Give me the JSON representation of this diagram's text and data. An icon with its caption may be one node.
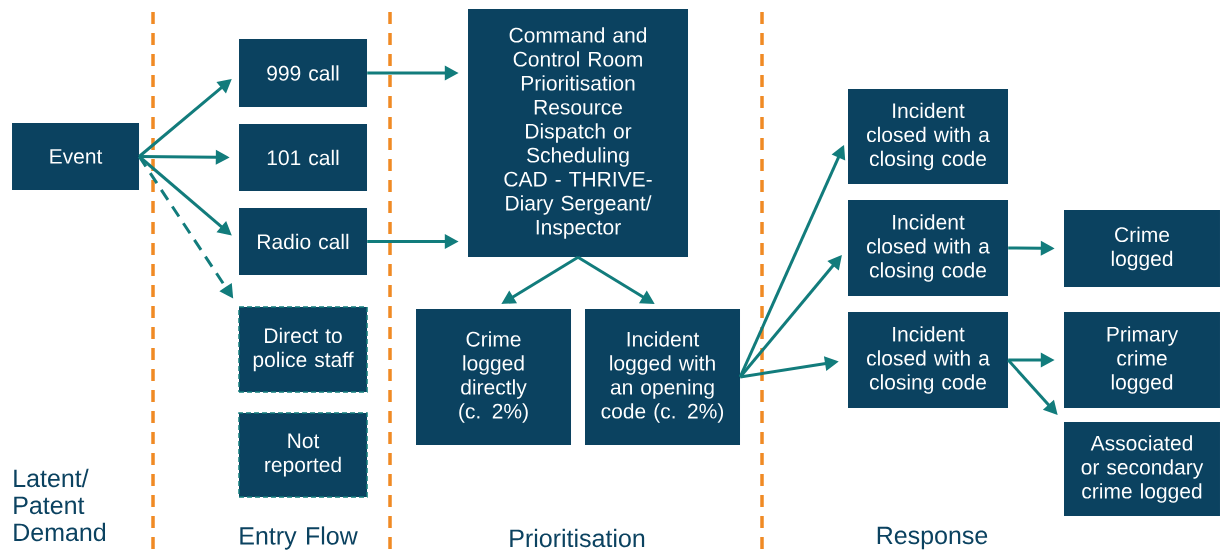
{
  "diagram": {
    "nodes": [
      {
        "text": [
          "Event"
        ]
      },
      {
        "text": [
          "999 call"
        ]
      },
      {
        "text": [
          "101 call"
        ]
      },
      {
        "text": [
          "Radio call"
        ]
      },
      {
        "text": [
          "Direct to police staff"
        ]
      },
      {
        "text": [
          "Not reported"
        ]
      },
      {
        "text": [
          "Command and Control Room Prioritisation Resource Dispatch or Scheduling CAD - THRIVE- Diary Sergeant/ Inspector"
        ]
      },
      {
        "text": [
          "Crime logged directly (c. 2%)"
        ]
      },
      {
        "text": [
          "Incident logged with an opening code (c. 2%)"
        ]
      },
      {
        "text": [
          "Incident closed with a closing code"
        ]
      },
      {
        "text": [
          "Incident closed with a closing code"
        ]
      },
      {
        "text": [
          "Incident closed with a closing code"
        ]
      },
      {
        "text": [
          "Crime logged"
        ]
      },
      {
        "text": [
          "Primary crime logged"
        ]
      },
      {
        "text": [
          "Associated or secondary crime logged"
        ]
      }
    ],
    "edges": [
      {
        "from": 0,
        "to": 1,
        "arrow": "to"
      },
      {
        "from": 0,
        "to": 2,
        "arrow": "to"
      },
      {
        "from": 0,
        "to": 3,
        "arrow": "to"
      },
      {
        "from": 0,
        "to": 4,
        "arrow": "to",
        "style": "dashed"
      },
      {
        "from": 1,
        "to": 6,
        "arrow": "to"
      },
      {
        "from": 3,
        "to": 6,
        "arrow": "to"
      },
      {
        "from": 6,
        "to": 7,
        "arrow": "to"
      },
      {
        "from": 6,
        "to": 8,
        "arrow": "to"
      },
      {
        "from": 8,
        "to": 9,
        "arrow": "to"
      },
      {
        "from": 8,
        "to": 10,
        "arrow": "to"
      },
      {
        "from": 8,
        "to": 11,
        "arrow": "to"
      },
      {
        "from": 10,
        "to": 12,
        "arrow": "to"
      },
      {
        "from": 11,
        "to": 13,
        "arrow": "to"
      },
      {
        "from": 11,
        "to": 14,
        "arrow": "to"
      }
    ],
    "labels": [
      "Latent/ Patent Demand",
      "Entry Flow",
      "Prioritisation",
      "Response"
    ]
  }
}
